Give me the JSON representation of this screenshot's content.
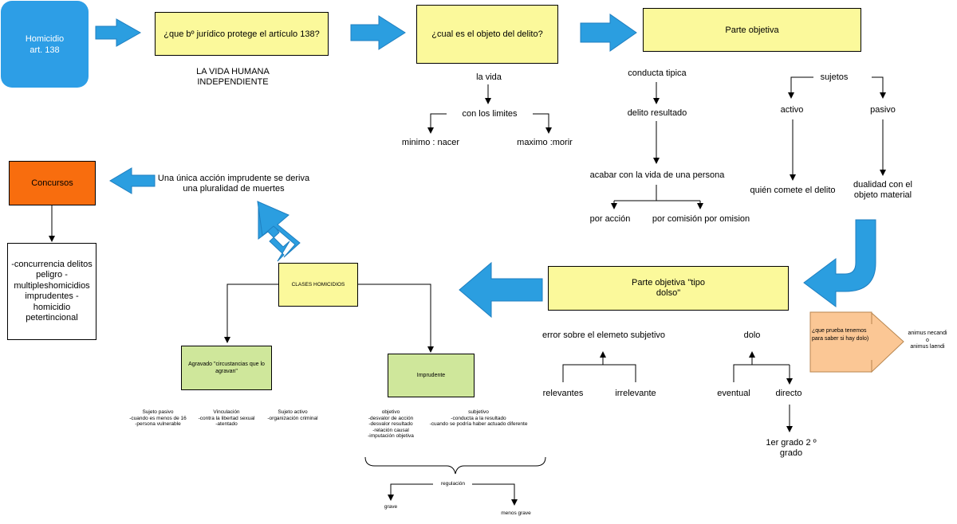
{
  "colors": {
    "blue_box": "#2d9ee6",
    "arrow_blue": "#2b9ee0",
    "yellow": "#fbf99b",
    "orange": "#f86d0e",
    "green": "#cfe79b",
    "peach": "#fbc795"
  },
  "nodes": {
    "homicidio": "Homicidio art. 138",
    "q_bien": "¿que bº jurídico protege el artículo 138?",
    "q_objeto": "¿cual es el objeto del delito?",
    "parte_objetiva": "Parte objetiva",
    "la_vida_humana": "LA VIDA HUMANA INDEPENDIENTE",
    "la_vida": "la vida",
    "con_los_limites": "con los limites",
    "minimo": "minimo : nacer",
    "maximo": "maximo :morir",
    "conducta": "conducta tipica",
    "delito_resultado": "delito resultado",
    "acabar": "acabar con la vida de una persona",
    "por_accion": "por acción",
    "por_comision": "por comisión por omision",
    "sujetos": "sujetos",
    "activo": "activo",
    "pasivo": "pasivo",
    "quien": "quién comete el delito",
    "dualidad": "dualidad con el objeto material",
    "concursos": "Concursos",
    "unica": "Una única acción imprudente se deriva una pluralidad de muertes",
    "concursos_list": "-concurrencia delitos peligro -multipleshomicidios imprudentes -homicidio petertincional",
    "clases": "CLASES HOMICIDIOS",
    "parte_obj_dolso": "Parte objetiva \"tipo dolso\"",
    "error": "error sobre el elemeto subjetivo",
    "relevantes": "relevantes",
    "irrelevante": "irrelevante",
    "dolo": "dolo",
    "eventual": "eventual",
    "directo": "directo",
    "grado": "1er grado 2 º grado",
    "prueba": "¿que prueba tenemos para saber si hay dolo)",
    "animus": "animus necandi\no\nanimus laendi",
    "agravado": "Agravado \"circustancias que lo agravan\"",
    "imprudente": "Imprudente",
    "sujeto_pasivo": "Sujeto pasivo\n-cuando es menos de 16\n-persona vulnerable",
    "vinculacion": "Vinculación\n-contra la libertad sexual\n-atentado",
    "sujeto_activo": "Sujeto activo\n-organización criminal",
    "objetivo": "objetivo\n-desvalor de acción\n-desvalor resultado\n-relación causal\n-imputación objetiva",
    "subjetivo": "subjetivo\n-conducta a la resultado\n-cuando se podría haber actuado diferente",
    "regulacion": "regulación",
    "grave": "grave",
    "menos_grave": "menos grave"
  }
}
